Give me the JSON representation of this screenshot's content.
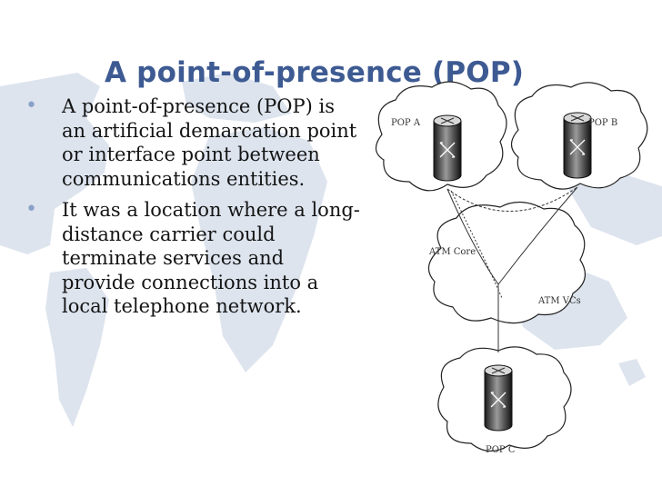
{
  "slide": {
    "title": "A point-of-presence (POP)",
    "bullets": [
      "A point-of-presence (POP) is an artificial demarcation point or interface point between  communications entities.",
      "It was a location where a long-distance carrier could terminate services and provide connections into a local telephone network."
    ]
  },
  "diagram": {
    "labels": {
      "pop_a": "POP A",
      "pop_b": "POP B",
      "pop_c": "POP C",
      "atm_core": "ATM Core",
      "atm_vcs": "ATM VCs"
    }
  },
  "colors": {
    "title": "#3d5a92",
    "bullet": "#8aa0c8",
    "map": "#dde4ee"
  }
}
